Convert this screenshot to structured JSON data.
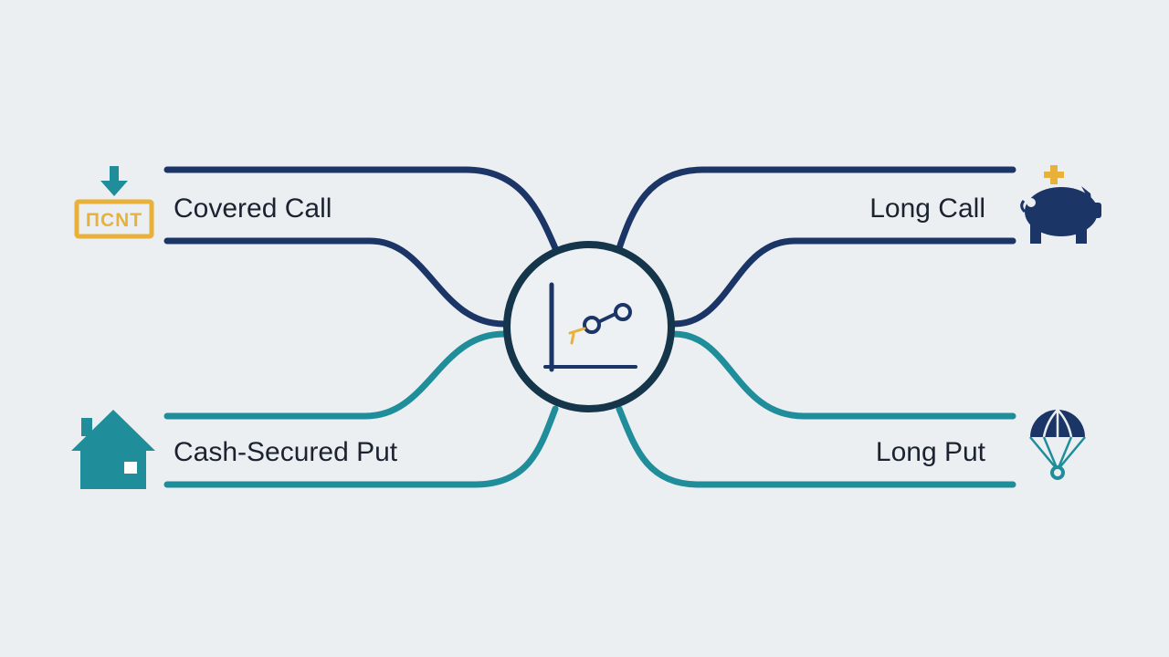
{
  "strategies": {
    "covered_call": {
      "label": "Covered Call",
      "icon": "rent-sign-icon"
    },
    "cash_secured_put": {
      "label": "Cash-Secured Put",
      "icon": "house-icon"
    },
    "long_call": {
      "label": "Long Call",
      "icon": "piggy-bank-icon"
    },
    "long_put": {
      "label": "Long Put",
      "icon": "parachute-icon"
    }
  },
  "hub": {
    "icon": "line-chart-icon"
  },
  "icon_text": {
    "rent_sign": "ПCNT"
  },
  "colors": {
    "background": "#eceff2",
    "navy": "#1b3566",
    "teal": "#1f8e9a",
    "gold": "#e8b23a",
    "hub_stroke": "#15354b",
    "text": "#1c2330"
  }
}
